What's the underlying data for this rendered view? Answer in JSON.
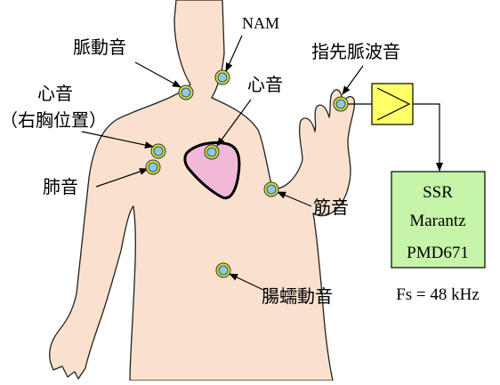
{
  "labels": {
    "nam": "NAM",
    "pulse_neck": "脈動音",
    "heart_left_title": "心音",
    "heart_left_sub": "（右胸位置）",
    "heart": "心音",
    "lung": "肺音",
    "fingertip": "指先脈波音",
    "muscle": "筋音",
    "bowel": "腸蠕動音"
  },
  "recorder": {
    "line1": "SSR",
    "line2": "Marantz",
    "line3": "PMD671",
    "sampling": "Fs = 48 kHz"
  },
  "colors": {
    "skin": "#f9e1cd",
    "heart_fill": "#f2b8d8",
    "sensor_outer": "#c8e639",
    "sensor_inner": "#8cc8ea",
    "amplifier": "#ffff66",
    "recorder_box": "#c6f4a8"
  }
}
